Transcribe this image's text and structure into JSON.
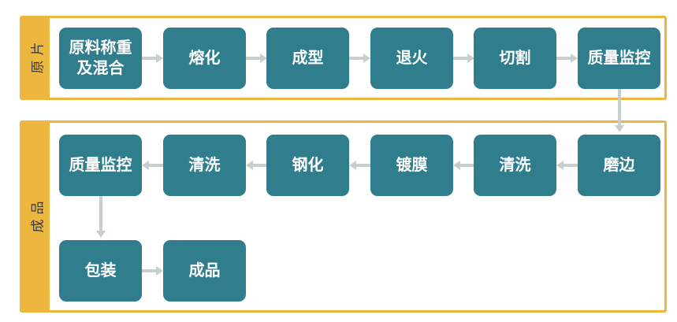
{
  "colors": {
    "background": "#FFFFFF",
    "frame_yellow": "#ECB63F",
    "box_teal": "#2F7D8D",
    "arrow_gray": "#C6CFCB",
    "sidebar_text": "#3C3C3C",
    "box_text": "#FFFFFF"
  },
  "sections": [
    {
      "label": "原片",
      "row1": [
        "原料称重及混合",
        "熔化",
        "成型",
        "退火",
        "切割",
        "质量监控"
      ]
    },
    {
      "label": "成品",
      "row2": [
        "质量监控",
        "清洗",
        "钢化",
        "镀膜",
        "清洗",
        "磨边"
      ],
      "row3": [
        "包装",
        "成品"
      ]
    }
  ],
  "arrows": {
    "row1_direction": "right",
    "row2_direction": "left",
    "row3_direction": "right",
    "vertical_1": "down",
    "vertical_2": "down"
  },
  "process_sequence": [
    "原料称重及混合",
    "熔化",
    "成型",
    "退火",
    "切割",
    "质量监控",
    "磨边",
    "清洗",
    "镀膜",
    "钢化",
    "清洗",
    "质量监控",
    "包装",
    "成品"
  ]
}
